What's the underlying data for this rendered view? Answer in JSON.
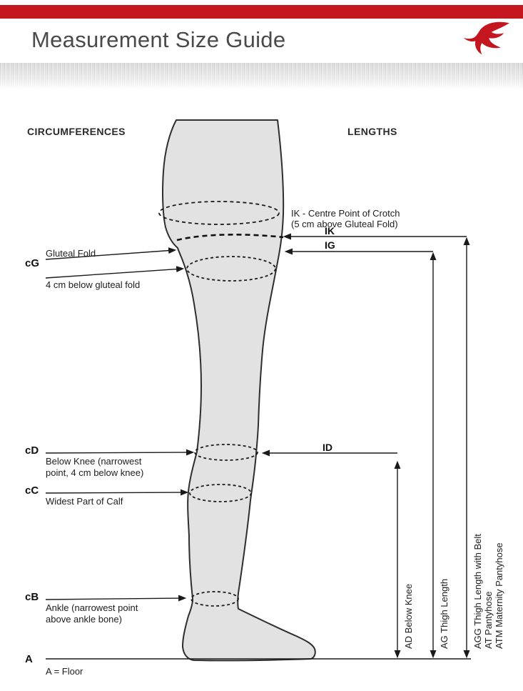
{
  "header": {
    "title": "Measurement Size Guide"
  },
  "logo": {
    "name": "red-swallow-logo"
  },
  "columns": {
    "circumferences": "CIRCUMFERENCES",
    "lengths": "LENGTHS"
  },
  "circumferences": {
    "cG": {
      "code": "cG",
      "label1": "Gluteal Fold",
      "label2": "4 cm below gluteal fold"
    },
    "cD": {
      "code": "cD",
      "label": "Below Knee (narrowest point, 4 cm below knee)"
    },
    "cC": {
      "code": "cC",
      "label": "Widest Part of Calf"
    },
    "cB": {
      "code": "cB",
      "label": "Ankle (narrowest point above ankle bone)"
    },
    "A": {
      "code": "A",
      "label": "A = Floor"
    }
  },
  "lengths": {
    "crotch_note_line1": "IK - Centre Point of Crotch",
    "crotch_note_line2": "(5 cm above Gluteal Fold)",
    "ik": "IK",
    "ig": "IG",
    "id": "ID",
    "ad": "AD Below Knee",
    "ag": "AG Thigh Length",
    "agg": [
      "AGG Thigh Length with Belt",
      "AT Pantyhose",
      "ATM Maternity Pantyhose"
    ]
  },
  "colors": {
    "accent_red": "#c4161f",
    "leg_fill": "#e2e2e2",
    "line": "#1a1a1a"
  }
}
